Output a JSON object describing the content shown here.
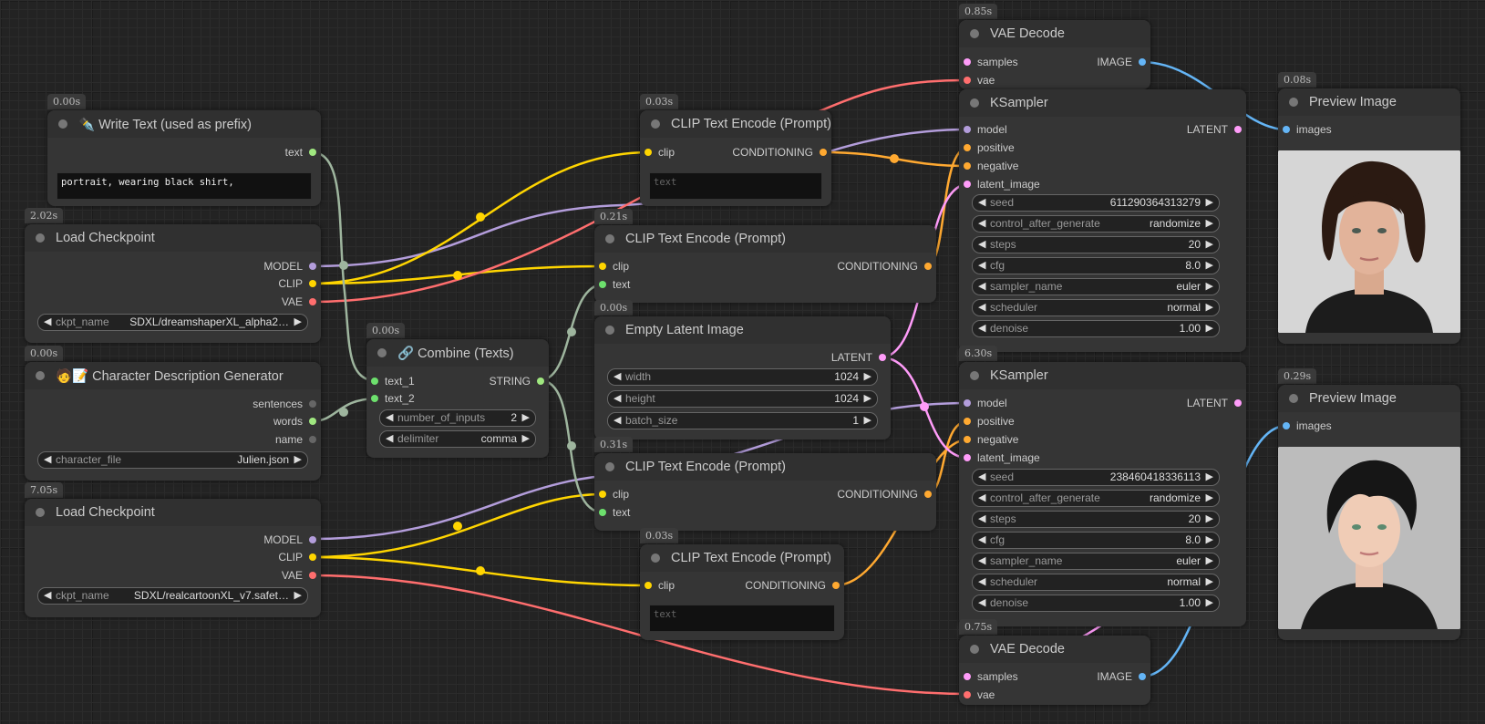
{
  "colors": {
    "model": "#b39ddb",
    "clip": "#ffd500",
    "vae": "#ff6e6e",
    "conditioning": "#ffa931",
    "latent": "#ff9cf9",
    "image": "#64b5f6",
    "string": "#a0e880",
    "text_input": "#6de06d"
  },
  "nodes": {
    "write_text": {
      "time": "0.00s",
      "title": "✒️ Write Text (used as prefix)",
      "out_text": "text",
      "value": "portrait, wearing black shirt,"
    },
    "load_ckpt_1": {
      "time": "2.02s",
      "title": "Load Checkpoint",
      "out_model": "MODEL",
      "out_clip": "CLIP",
      "out_vae": "VAE",
      "w_label": "ckpt_name",
      "w_value": "SDXL/dreamshaperXL_alpha2…"
    },
    "char_gen": {
      "time": "0.00s",
      "title": "🧑📝 Character Description Generator",
      "out_sentences": "sentences",
      "out_words": "words",
      "out_name": "name",
      "w_label": "character_file",
      "w_value": "Julien.json"
    },
    "load_ckpt_2": {
      "time": "7.05s",
      "title": "Load Checkpoint",
      "out_model": "MODEL",
      "out_clip": "CLIP",
      "out_vae": "VAE",
      "w_label": "ckpt_name",
      "w_value": "SDXL/realcartoonXL_v7.safet…"
    },
    "combine": {
      "time": "0.00s",
      "title": "🔗 Combine (Texts)",
      "in1": "text_1",
      "in2": "text_2",
      "out": "STRING",
      "w1_label": "number_of_inputs",
      "w1_value": "2",
      "w2_label": "delimiter",
      "w2_value": "comma"
    },
    "clip_top": {
      "time": "0.03s",
      "title": "CLIP Text Encode (Prompt)",
      "in": "clip",
      "out": "CONDITIONING",
      "placeholder": "text"
    },
    "clip_pos1": {
      "time": "0.21s",
      "title": "CLIP Text Encode (Prompt)",
      "in_clip": "clip",
      "in_text": "text",
      "out": "CONDITIONING"
    },
    "empty_latent": {
      "time": "0.00s",
      "title": "Empty Latent Image",
      "out": "LATENT",
      "w_width_label": "width",
      "w_width": "1024",
      "w_height_label": "height",
      "w_height": "1024",
      "w_batch_label": "batch_size",
      "w_batch": "1"
    },
    "clip_pos2": {
      "time": "0.31s",
      "title": "CLIP Text Encode (Prompt)",
      "in_clip": "clip",
      "in_text": "text",
      "out": "CONDITIONING"
    },
    "clip_neg2": {
      "time": "0.03s",
      "title": "CLIP Text Encode (Prompt)",
      "in": "clip",
      "out": "CONDITIONING",
      "placeholder": "text"
    },
    "vae_decode_1": {
      "time": "0.85s",
      "title": "VAE Decode",
      "in_samples": "samples",
      "in_vae": "vae",
      "out": "IMAGE"
    },
    "ksampler_1": {
      "time": "",
      "title": "KSampler",
      "in_model": "model",
      "in_positive": "positive",
      "in_negative": "negative",
      "in_latent": "latent_image",
      "out": "LATENT",
      "widgets": [
        {
          "label": "seed",
          "value": "611290364313279"
        },
        {
          "label": "control_after_generate",
          "value": "randomize"
        },
        {
          "label": "steps",
          "value": "20"
        },
        {
          "label": "cfg",
          "value": "8.0"
        },
        {
          "label": "sampler_name",
          "value": "euler"
        },
        {
          "label": "scheduler",
          "value": "normal"
        },
        {
          "label": "denoise",
          "value": "1.00"
        }
      ]
    },
    "ksampler_2": {
      "time": "6.30s",
      "title": "KSampler",
      "in_model": "model",
      "in_positive": "positive",
      "in_negative": "negative",
      "in_latent": "latent_image",
      "out": "LATENT",
      "widgets": [
        {
          "label": "seed",
          "value": "238460418336113"
        },
        {
          "label": "control_after_generate",
          "value": "randomize"
        },
        {
          "label": "steps",
          "value": "20"
        },
        {
          "label": "cfg",
          "value": "8.0"
        },
        {
          "label": "sampler_name",
          "value": "euler"
        },
        {
          "label": "scheduler",
          "value": "normal"
        },
        {
          "label": "denoise",
          "value": "1.00"
        }
      ]
    },
    "vae_decode_2": {
      "time": "0.75s",
      "title": "VAE Decode",
      "in_samples": "samples",
      "in_vae": "vae",
      "out": "IMAGE"
    },
    "preview_1": {
      "time": "0.08s",
      "title": "Preview Image",
      "in": "images"
    },
    "preview_2": {
      "time": "0.29s",
      "title": "Preview Image",
      "in": "images"
    }
  }
}
